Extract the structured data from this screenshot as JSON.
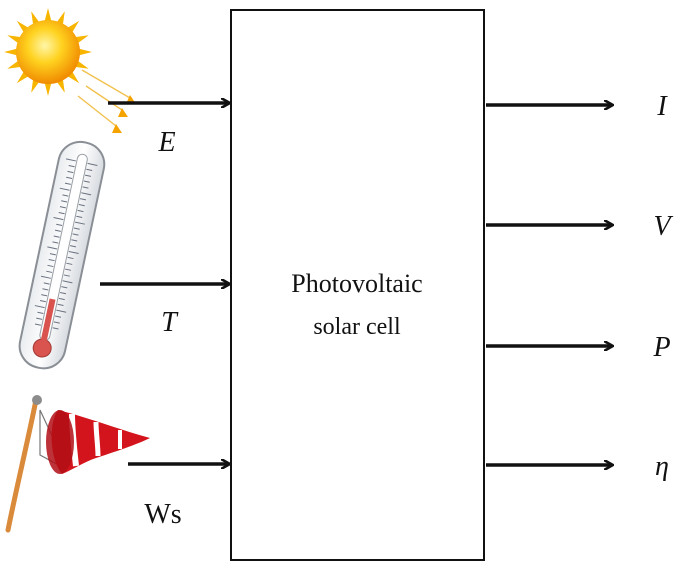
{
  "block": {
    "line1": "Photovoltaic",
    "line2": "solar cell"
  },
  "inputs": [
    {
      "label": "E",
      "icon": "sun-icon"
    },
    {
      "label": "T",
      "icon": "thermometer-icon"
    },
    {
      "label": "Ws",
      "icon": "windsock-icon"
    }
  ],
  "outputs": [
    {
      "label": "I"
    },
    {
      "label": "V"
    },
    {
      "label": "P"
    },
    {
      "label": "η"
    }
  ],
  "colors": {
    "line": "#111111",
    "sun": "#f5a300",
    "windsock_red": "#d4141c",
    "pole": "#d98a3a",
    "thermo_bulb": "#d9534f"
  }
}
